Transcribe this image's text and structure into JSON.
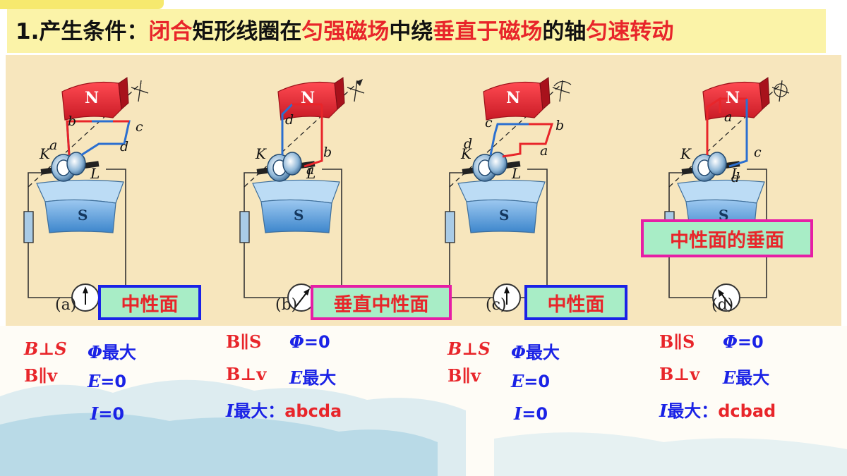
{
  "title": {
    "prefix": "1.产生条件：",
    "seg1": "闭合",
    "seg2": "矩形线圈在",
    "seg3": "匀强磁场",
    "seg4": "中绕",
    "seg5": "垂直于磁场",
    "seg6": "的轴",
    "seg7": "匀速转动"
  },
  "panels": [
    {
      "caption": "(a)",
      "label": "中性面",
      "coil": [
        "a",
        "b",
        "c",
        "d"
      ],
      "magnet_n": "N",
      "magnet_s": "S",
      "brush_k": "K",
      "brush_l": "L"
    },
    {
      "caption": "(b)",
      "label": "垂直中性面",
      "coil": [
        "d",
        "a",
        "b"
      ],
      "magnet_n": "N",
      "magnet_s": "S",
      "brush_k": "K",
      "brush_l": "L"
    },
    {
      "caption": "(c)",
      "label": "中性面",
      "coil": [
        "c",
        "b",
        "d",
        "a"
      ],
      "magnet_n": "N",
      "magnet_s": "S",
      "brush_k": "K",
      "brush_l": "L"
    },
    {
      "caption": "(d)",
      "label": "中性面的垂面",
      "coil": [
        "a",
        "c",
        "d"
      ],
      "magnet_n": "N",
      "magnet_s": "S",
      "brush_k": "K",
      "brush_l": "L"
    }
  ],
  "conditions": {
    "a": {
      "l1a": "B⊥S",
      "l1b": "Φ",
      "l1c": "最大",
      "l2": "B∥v",
      "l3a": "E",
      "l3b": "=0",
      "l4a": "I",
      "l4b": "=0"
    },
    "b": {
      "l1a": "B∥S",
      "l1b": "Φ",
      "l1c": "=0",
      "l2a": "B⊥v",
      "l2b": "E",
      "l2c": "最大",
      "l3a": "I",
      "l3b": "最大：",
      "l3c": "abcda"
    },
    "c": {
      "l1a": "B⊥S",
      "l1b": "Φ",
      "l1c": "最大",
      "l2": "B∥v",
      "l3a": "E",
      "l3b": "=0",
      "l4a": "I",
      "l4b": "=0"
    },
    "d": {
      "l1a": "B∥S",
      "l1b": "Φ",
      "l1c": "=0",
      "l2a": "B⊥v",
      "l2b": "E",
      "l2c": "最大",
      "l3a": "I",
      "l3b": "最大：",
      "l3c": "dcbad"
    }
  },
  "colors": {
    "accent_red": "#e8252a",
    "title_bg": "#fbf3a8",
    "diagram_bg": "#f7e6bd",
    "label_bg": "#a8edc6",
    "blue_border": "#1a22e6",
    "pink_border": "#e61ea5"
  }
}
